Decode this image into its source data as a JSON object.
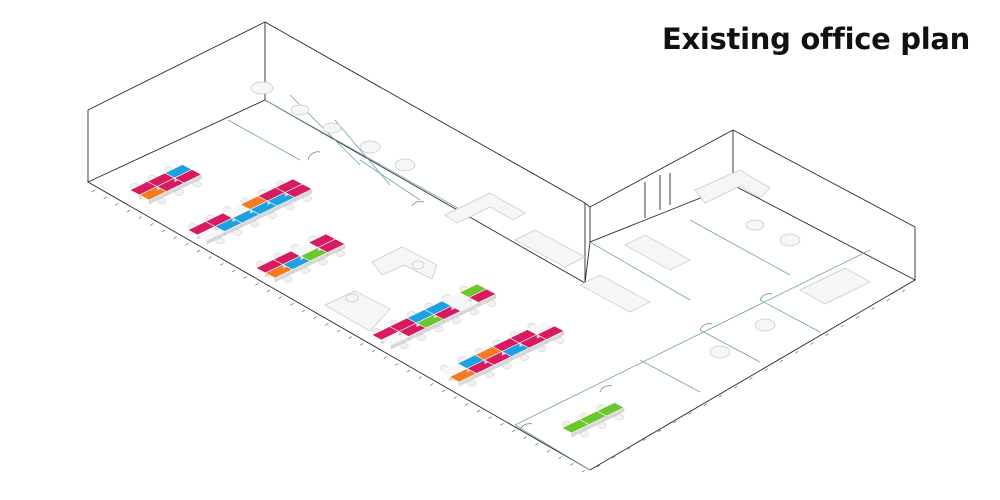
{
  "title": "Existing office plan",
  "colors": {
    "magenta": "#d81b60",
    "blue": "#1da1e2",
    "orange": "#f37b21",
    "green": "#6cc62d",
    "white": "#f7f7f7",
    "wall": "#2a2a2a",
    "partition": "#6fa4a8"
  },
  "desk_rows": [
    {
      "name": "row-1",
      "desks": [
        "magenta",
        "orange",
        "magenta",
        "magenta",
        "blue",
        "magenta"
      ]
    },
    {
      "name": "row-2",
      "desks": [
        "magenta",
        "white",
        "magenta",
        "blue",
        "white",
        "blue",
        "orange",
        "blue",
        "magenta",
        "blue",
        "magenta",
        "magenta"
      ]
    },
    {
      "name": "row-3",
      "desks": [
        "magenta",
        "orange",
        "magenta",
        "blue",
        "white",
        "green",
        "magenta",
        "magenta"
      ]
    },
    {
      "name": "row-4",
      "desks": [
        "magenta",
        "white",
        "magenta",
        "magenta",
        "blue",
        "green",
        "blue",
        "magenta",
        "white",
        "white",
        "green",
        "magenta"
      ]
    },
    {
      "name": "row-5",
      "desks": [
        "white",
        "orange",
        "blue",
        "magenta",
        "orange",
        "magenta",
        "magenta",
        "blue",
        "magenta",
        "magenta",
        "white",
        "magenta"
      ]
    },
    {
      "name": "row-6",
      "desks": [
        "green",
        "green",
        "green"
      ]
    }
  ]
}
